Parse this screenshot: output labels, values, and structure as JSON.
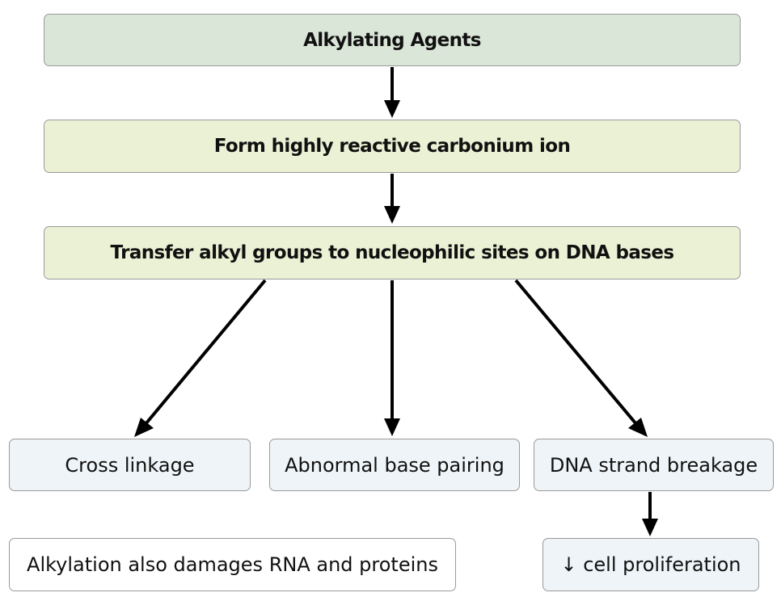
{
  "nodes": {
    "alkylating_agents": "Alkylating Agents",
    "carbonium_ion": "Form highly reactive carbonium ion",
    "transfer_alkyl": "Transfer alkyl groups to nucleophilic sites on DNA bases",
    "cross_linkage": "Cross linkage",
    "abnormal_base_pairing": "Abnormal base pairing",
    "dna_strand_breakage": "DNA strand breakage",
    "note": "Alkylation also damages RNA and proteins",
    "cell_proliferation": "↓ cell proliferation"
  },
  "edges": [
    {
      "from": "alkylating_agents",
      "to": "carbonium_ion"
    },
    {
      "from": "carbonium_ion",
      "to": "transfer_alkyl"
    },
    {
      "from": "transfer_alkyl",
      "to": "cross_linkage"
    },
    {
      "from": "transfer_alkyl",
      "to": "abnormal_base_pairing"
    },
    {
      "from": "transfer_alkyl",
      "to": "dna_strand_breakage"
    },
    {
      "from": "dna_strand_breakage",
      "to": "cell_proliferation"
    }
  ],
  "colors": {
    "top_box": "#dae6d8",
    "process_box": "#ebf1d4",
    "outcome_box": "#eef4f7",
    "note_box": "#ffffff",
    "border": "#9a9a9a",
    "arrow": "#000000"
  }
}
